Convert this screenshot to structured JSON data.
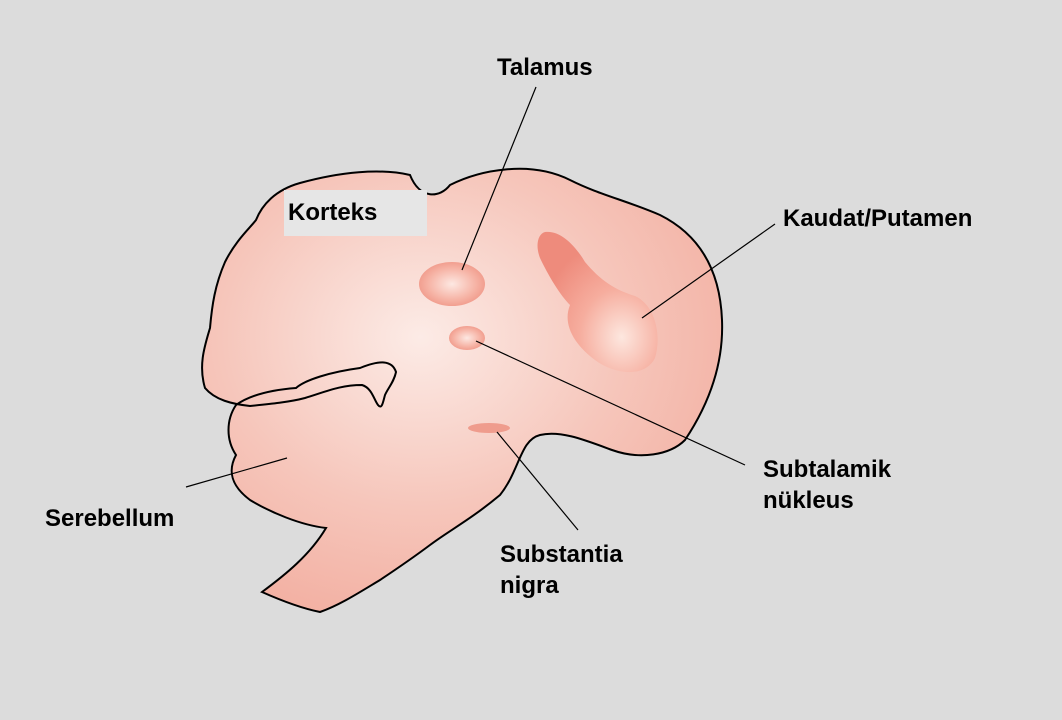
{
  "labels": {
    "talamus": "Talamus",
    "korteks": "Korteks",
    "kaudat_putamen": "Kaudat/Putamen",
    "subtalamik_line1": "Subtalamik",
    "subtalamik_line2": "nükleus",
    "serebellum": "Serebellum",
    "substantia_line1": "Substantia",
    "substantia_line2": "nigra"
  },
  "colors": {
    "background": "#dcdcdc",
    "brain_fill": "#f4b4a8",
    "brain_center": "#fbe6e0",
    "nucleus": "#f19a8b",
    "outline": "#000000"
  }
}
